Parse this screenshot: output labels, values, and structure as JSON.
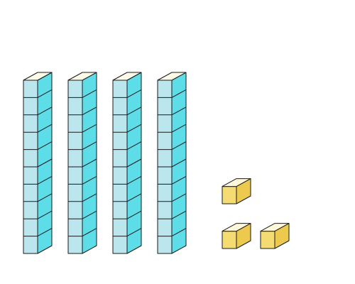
{
  "blocks": {
    "ten_rods": {
      "count": 4,
      "units_per_rod": 10,
      "colors": {
        "top": "#FDFBE8",
        "front": "#BCE6EE",
        "side": "#5DDDE8",
        "stroke": "#1A1A1A"
      }
    },
    "unit_cubes": {
      "count": 3,
      "colors": {
        "top": "#FEF8D8",
        "front": "#F5DC72",
        "side": "#EDC94E",
        "stroke": "#1A1A1A"
      }
    }
  }
}
